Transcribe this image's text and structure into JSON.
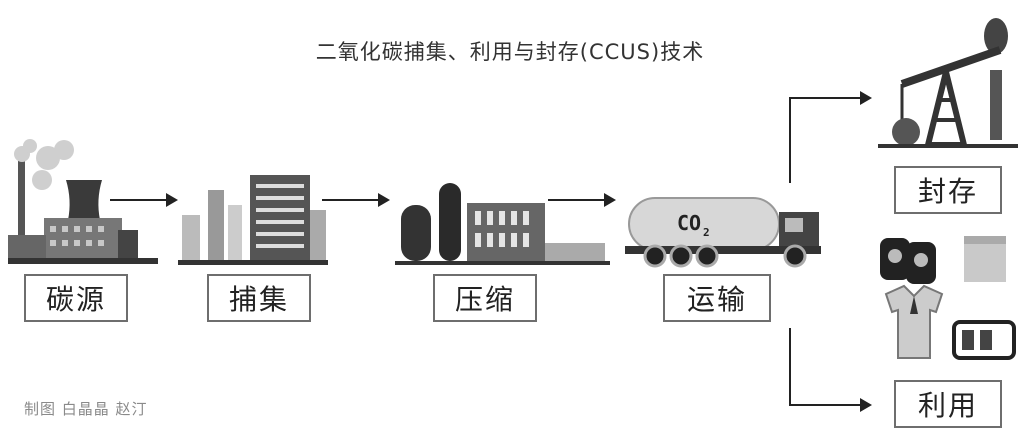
{
  "title": "二氧化碳捕集、利用与封存(CCUS)技术",
  "credit": "制图 白晶晶 赵汀",
  "stages": {
    "source": "碳源",
    "capture": "捕集",
    "compression": "压缩",
    "transport": "运输",
    "storage": "封存",
    "utilization": "利用"
  },
  "truck_label": "CO",
  "truck_label_sub": "2"
}
